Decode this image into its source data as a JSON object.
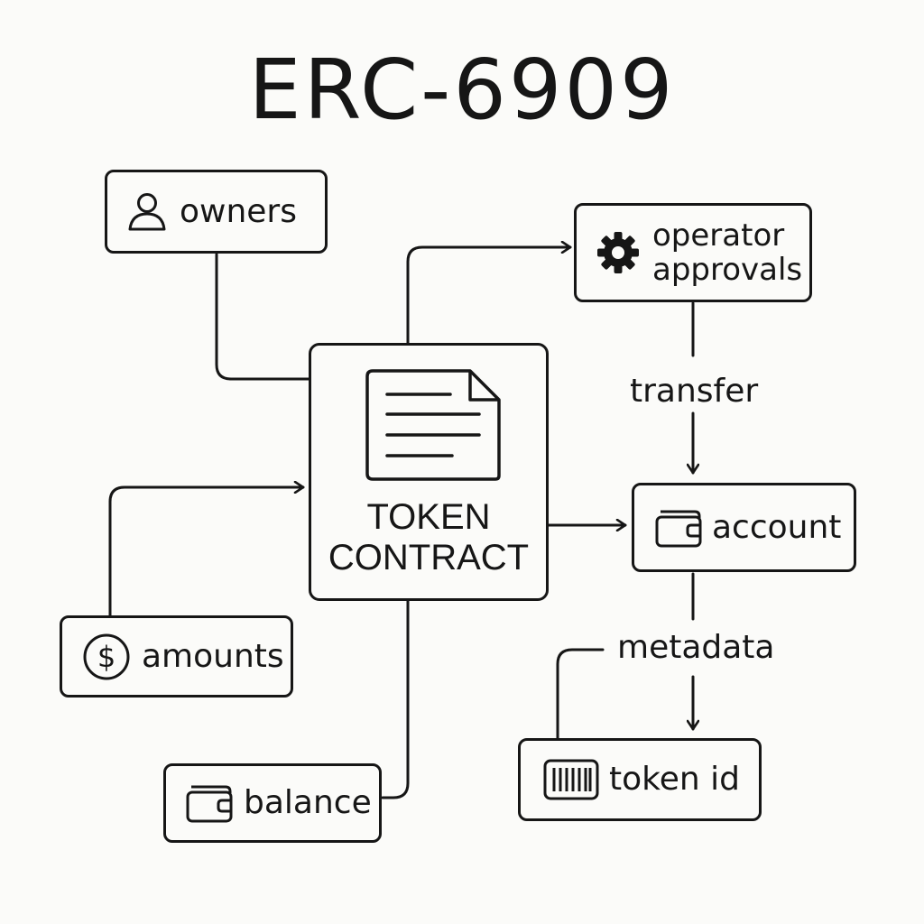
{
  "title": "ERC-6909",
  "contract": {
    "line1": "TOKEN",
    "line2": "CONTRACT",
    "icon": "document-icon"
  },
  "nodes": {
    "owners": {
      "label": "owners",
      "icon": "user-icon"
    },
    "operator": {
      "line1": "operator",
      "line2": "approvals",
      "icon": "gear-icon"
    },
    "account": {
      "label": "account",
      "icon": "wallet-icon"
    },
    "amounts": {
      "label": "amounts",
      "icon": "dollar-coin-icon"
    },
    "balance": {
      "label": "balance",
      "icon": "wallet-icon"
    },
    "token_id": {
      "label": "token id",
      "icon": "barcode-icon"
    }
  },
  "edge_labels": {
    "transfer": "transfer",
    "metadata": "metadata"
  },
  "colors": {
    "ink": "#161616",
    "background": "#fbfbf9"
  }
}
